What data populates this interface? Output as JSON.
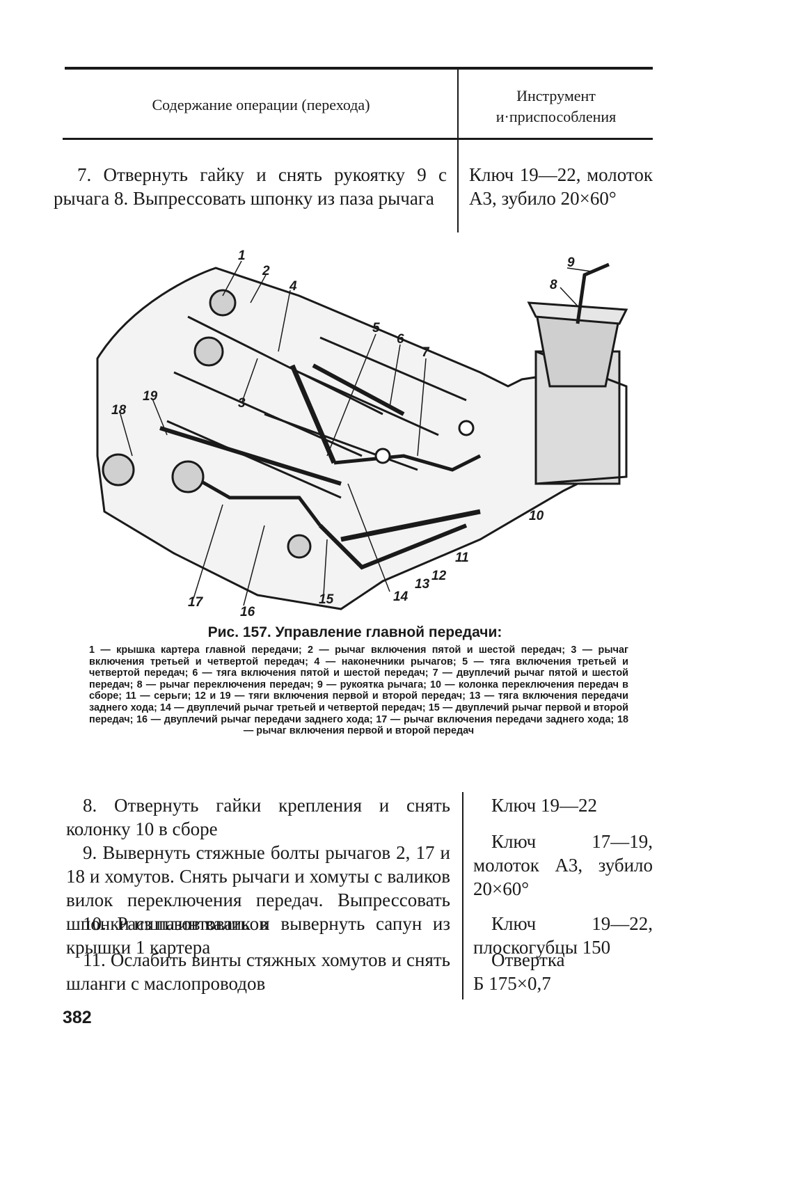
{
  "table_header": {
    "col1": "Содержание операции (перехода)",
    "col2_line1": "Инструмент",
    "col2_line2": "и·приспособления"
  },
  "op7": {
    "text": "7. Отвернуть гайку и снять рукоятку 9 с рычага 8. Выпрессовать шпонку из паза рычага",
    "tool": "Ключ 19—22, молоток А3, зубило 20×60°"
  },
  "figure": {
    "callouts": [
      "1",
      "2",
      "3",
      "4",
      "5",
      "6",
      "7",
      "8",
      "9",
      "10",
      "11",
      "12",
      "13",
      "14",
      "15",
      "16",
      "17",
      "18",
      "19"
    ],
    "caption_title": "Рис. 157. Управление главной передачи:",
    "legend": "1 — крышка картера главной передачи; 2 — рычаг включения пятой и шестой передач; 3 — рычаг включения третьей и четвертой передач; 4 — наконечники рычагов; 5 — тяга включения третьей и четвертой передач; 6 — тяга включения пятой и шестой передач; 7 — двуплечий рычаг пятой и шестой передач; 8 — рычаг переключения передач; 9 — рукоятка рычага; 10 — колонка переключения передач в сборе; 11 — серьги; 12 и 19 — тяги включения первой и второй передач; 13 — тяга включения передачи заднего хода; 14 — двуплечий рычаг третьей и четвертой передач; 15 — двуплечий рычаг первой и второй передач; 16 — двуплечий рычаг передачи заднего хода; 17 — рычаг включения передачи заднего хода; 18 — рычаг включения первой и второй передач"
  },
  "op8": {
    "text": "8. Отвернуть гайки крепления и снять колонку 10 в сборе",
    "tool": "Ключ 19—22"
  },
  "op9": {
    "text": "9. Вывернуть стяжные болты рычагов 2, 17 и 18 и хомутов. Снять рычаги и хомуты с валиков вилок переключения передач. Выпрессовать шпонки из пазов валиков",
    "tool": "Ключ 17—19, молоток А3, зубило 20×60°"
  },
  "op10": {
    "text": "10. Расшплинтовать и вывернуть сапун из крышки 1 картера",
    "tool": "Ключ 19—22, плоскогубцы 150"
  },
  "op11": {
    "text": "11. Ослабить винты стяжных хомутов и снять шланги с маслопроводов",
    "tool": "Отвертка Б 175×0,7"
  },
  "page_number": "382"
}
